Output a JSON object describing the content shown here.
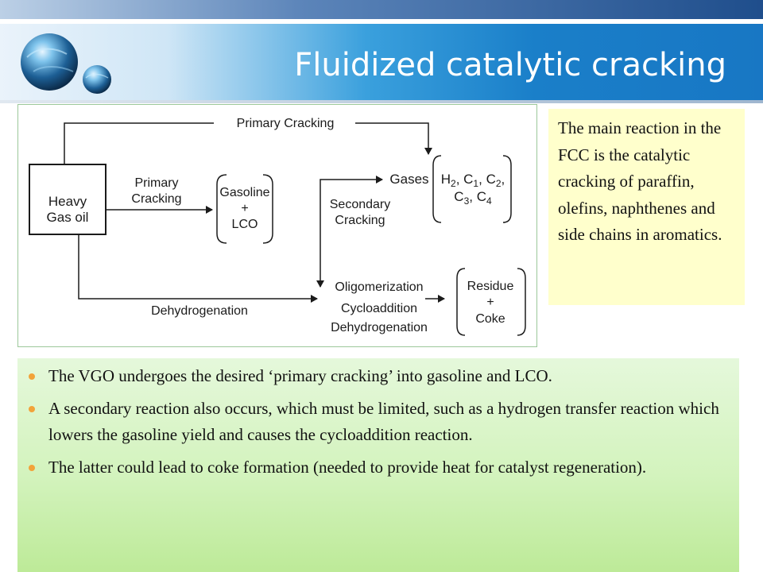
{
  "slide": {
    "title": "Fluidized catalytic cracking"
  },
  "diagram": {
    "feed": {
      "line1": "Heavy",
      "line2": "Gas oil"
    },
    "top_path_label": "Primary Cracking",
    "primary": {
      "line1": "Primary",
      "line2": "Cracking"
    },
    "product_box": {
      "line1": "Gasoline",
      "line2": "+",
      "line3": "LCO"
    },
    "secondary": {
      "line1": "Secondary",
      "line2": "Cracking"
    },
    "gases_label": "Gases",
    "gases_row1": [
      {
        "base": "H",
        "sub": "2",
        "sep": ", "
      },
      {
        "base": "C",
        "sub": "1",
        "sep": ", "
      },
      {
        "base": "C",
        "sub": "2",
        "sep": ","
      }
    ],
    "gases_row2": [
      {
        "base": "C",
        "sub": "3",
        "sep": ", "
      },
      {
        "base": "C",
        "sub": "4",
        "sep": ""
      }
    ],
    "reactions": {
      "line1": "Oligomerization",
      "line2": "Cycloaddition",
      "line3": "Dehydrogenation"
    },
    "bottom_path_label": "Dehydrogenation",
    "residue_box": {
      "line1": "Residue",
      "line2": "+",
      "line3": "Coke"
    }
  },
  "side_note": {
    "text": "The main reaction in the FCC is the catalytic cracking of paraffin, olefins, naphthenes and side chains in aromatics."
  },
  "bullets": [
    "The VGO undergoes the desired ‘primary cracking’ into gasoline and LCO.",
    "A secondary reaction also occurs, which must be limited, such as a hydrogen transfer reaction which lowers the gasoline yield and causes the cycloaddition reaction.",
    "The latter could lead to coke formation (needed to provide heat for catalyst regeneration)."
  ],
  "colors": {
    "title_band": "#1a7fc9",
    "note_background": "#ffffcc",
    "bullet_panel": "#d3f3bd",
    "bullet_marker": "#f2a33a"
  },
  "icons": {
    "logo": "globe-spheres-logo",
    "bullet": "orange-dot"
  }
}
